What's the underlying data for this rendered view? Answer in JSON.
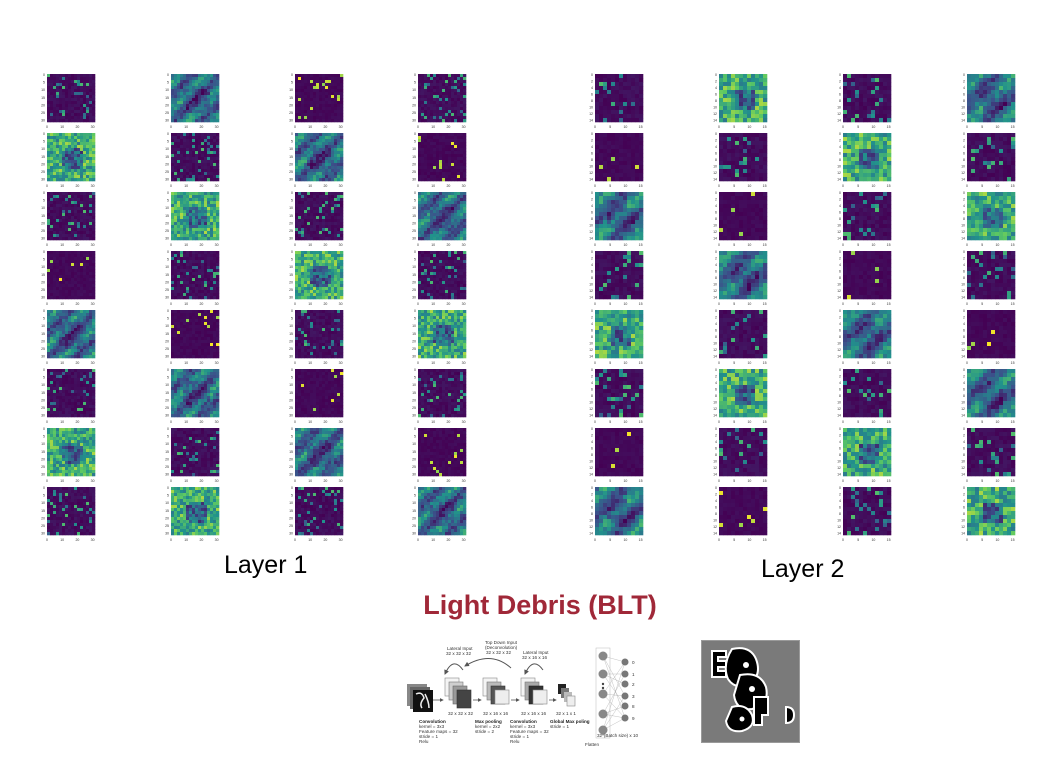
{
  "layers": [
    {
      "label": "Layer 1",
      "rows": 8,
      "cols": 4,
      "ticks_x": [
        "0",
        "10",
        "20",
        "30"
      ],
      "ticks_y": [
        "0",
        "5",
        "10",
        "15",
        "20",
        "25",
        "30"
      ]
    },
    {
      "label": "Layer 2",
      "rows": 8,
      "cols": 4,
      "ticks_x": [
        "0",
        "5",
        "10",
        "15"
      ],
      "ticks_y": [
        "0",
        "2",
        "4",
        "6",
        "8",
        "10",
        "12",
        "14"
      ]
    }
  ],
  "title": "Light Debris (BLT)",
  "colors": {
    "title": "#a02838",
    "map_low": "#440154",
    "map_mid": "#21918c",
    "map_high": "#fde725"
  },
  "diagram": {
    "top_down_input": "Top Down Input",
    "deconvolution": "(Deconvolution)",
    "top_down_size": "32 x 32 x 32",
    "lateral_input_1": "Lateral Input",
    "lateral_size_1": "32 x 32 x 32",
    "lateral_input_2": "Lateral Input",
    "lateral_size_2": "32 x 16 x 16",
    "stage1_size": "32 x 32 x 32",
    "stage2_size": "32 x 16 x 16",
    "stage3_size": "32 x 16 x 16",
    "stage4_size": "32 x 1 x 1",
    "conv1": {
      "title": "Convolution",
      "lines": [
        "kernel = 3x3",
        "Feature maps = 32",
        "stride = 1",
        "Relu"
      ]
    },
    "pool": {
      "title": "Max pooling",
      "lines": [
        "kernel = 2x2",
        "stride = 2"
      ]
    },
    "conv2": {
      "title": "Convolution",
      "lines": [
        "kernel = 3x3",
        "Feature maps = 32",
        "stride = 1",
        "Relu"
      ]
    },
    "gmp": {
      "title": "Global Max poling",
      "lines": [
        "stride = 1"
      ]
    },
    "outputs": [
      "0",
      "1",
      "2",
      "3",
      "8",
      "9"
    ],
    "batch_note": "32*(Batch size) x 10",
    "flatten": "Flatten"
  }
}
